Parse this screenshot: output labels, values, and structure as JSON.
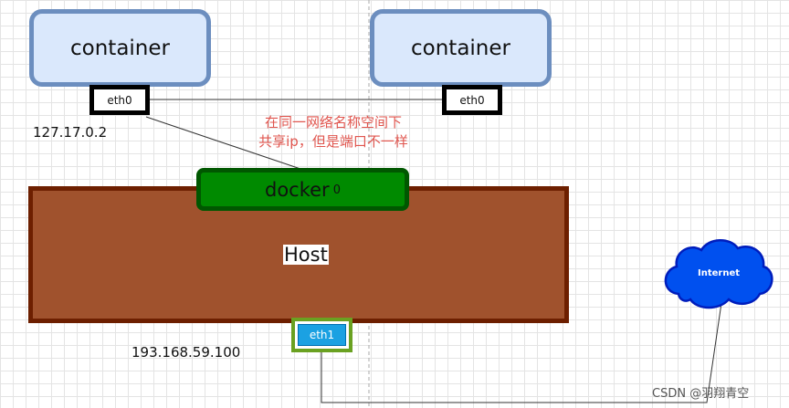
{
  "containers": [
    {
      "label": "container",
      "interface": "eth0"
    },
    {
      "label": "container",
      "interface": "eth0"
    }
  ],
  "ip_container": "127.17.0.2",
  "note_lines": [
    "在同一网络名称空间下",
    "共享ip，但是端口不一样"
  ],
  "bridge": {
    "label": "docker",
    "suffix": "0"
  },
  "host": {
    "label": "Host",
    "interface": "eth1",
    "ip": "193.168.59.100"
  },
  "internet": {
    "label": "Internet"
  },
  "watermark": "CSDN @羽翔青空",
  "colors": {
    "container_fill": "#dae8fc",
    "container_stroke": "#6c8ebf",
    "host_fill": "#a0522d",
    "host_stroke": "#6d1f00",
    "bridge_fill": "#008a00",
    "bridge_stroke": "#005700",
    "eth1_fill": "#1ba1e2",
    "eth1_frame": "#6aa121",
    "cloud_fill": "#0050ef",
    "cloud_stroke": "#001dbc",
    "note_text": "#e0554e"
  }
}
